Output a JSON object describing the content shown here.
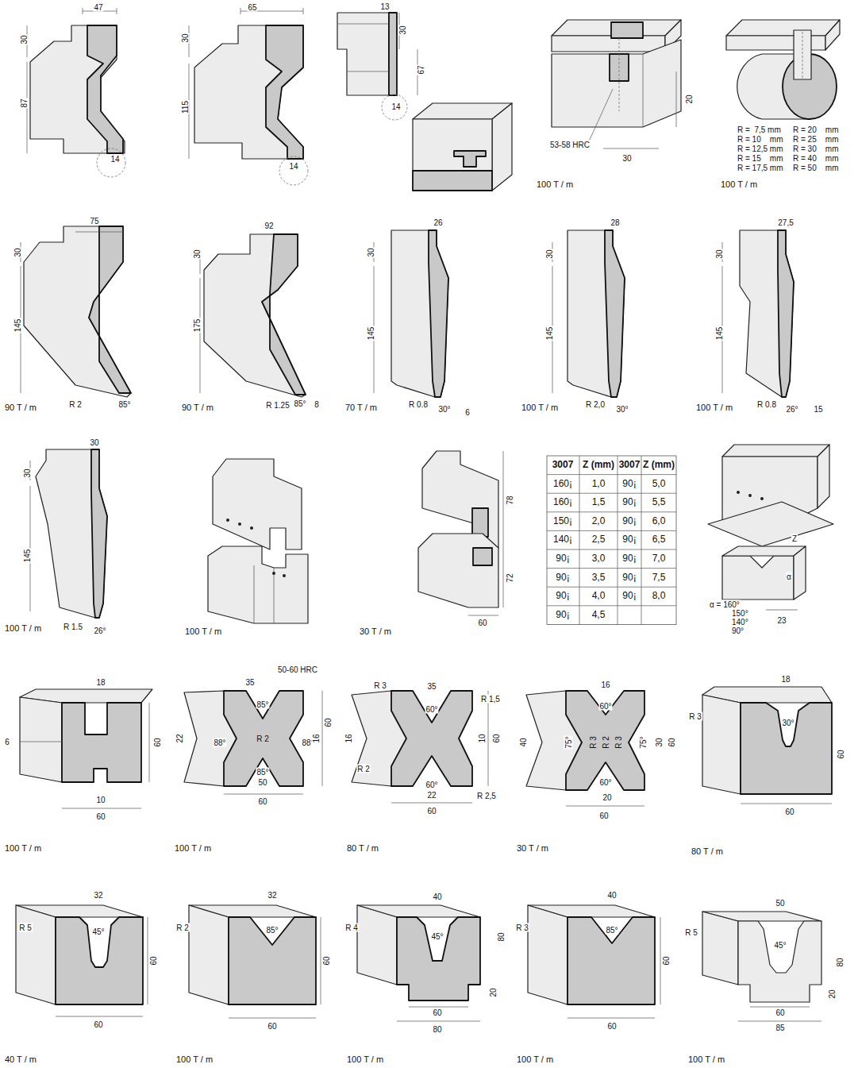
{
  "diagram": {
    "labels": [
      "47",
      "30",
      "87",
      "14",
      "65",
      "30",
      "115",
      "14",
      "13",
      "30",
      "67",
      "14",
      "53-58 HRC",
      "20",
      "30",
      "100 T / m",
      "R =  7,5 mm",
      "R = 20    mm",
      "R = 10    mm",
      "R = 25    mm",
      "R = 12,5 mm",
      "R = 30    mm",
      "R = 15    mm",
      "R = 40    mm",
      "R = 17,5 mm",
      "R = 50    mm",
      "100 T / m",
      "75",
      "30",
      "145",
      "R 2",
      "85°",
      "90 T / m",
      "92",
      "30",
      "175",
      "R 1.25",
      "85°",
      "8",
      "90 T / m",
      "26",
      "30",
      "145",
      "R 0.8",
      "30°",
      "6",
      "70 T / m",
      "28",
      "30",
      "145",
      "R 2,0",
      "30°",
      "100 T / m",
      "27,5",
      "30",
      "145",
      "R 0.8",
      "26°",
      "15",
      "100 T / m",
      "30",
      "30",
      "145",
      "R 1.5",
      "26°",
      "100 T / m",
      "100 T / m",
      "78",
      "72",
      "60",
      "30 T / m",
      "3007",
      "Z (mm)",
      "3007",
      "Z (mm)",
      "160¡",
      "1,0",
      "90¡",
      "5,0",
      "160¡",
      "1,5",
      "90¡",
      "5,5",
      "150¡",
      "2,0",
      "90¡",
      "6,0",
      "140¡",
      "2,5",
      "90¡",
      "6,5",
      "90¡",
      "3,0",
      "90¡",
      "7,0",
      "90¡",
      "3,5",
      "90¡",
      "7,5",
      "90¡",
      "4,0",
      "90¡",
      "8,0",
      "90¡",
      "4,5",
      "Z",
      "α",
      "α = 160°",
      "150°",
      "140°",
      "90°",
      "23",
      "18",
      "6",
      "60",
      "10",
      "60",
      "100 T / m",
      "35",
      "50-60 HRC",
      "85°",
      "88°",
      "R 2",
      "88°",
      "22",
      "16",
      "60",
      "85°",
      "50",
      "60",
      "100 T / m",
      "R 3",
      "35",
      "60°",
      "R 1,5",
      "16",
      "10",
      "60",
      "R 2",
      "60°",
      "22",
      "R 2,5",
      "60",
      "80 T / m",
      "16",
      "60°",
      "40",
      "75°",
      "R 3",
      "R 2",
      "R 3",
      "75°",
      "30",
      "60",
      "60°",
      "20",
      "60",
      "30 T / m",
      "18",
      "R 3",
      "30°",
      "60",
      "60",
      "80 T / m",
      "32",
      "R 5",
      "45°",
      "60",
      "60",
      "40 T / m",
      "32",
      "R 2",
      "85°",
      "60",
      "60",
      "100 T / m",
      "40",
      "R 4",
      "45°",
      "80",
      "20",
      "60",
      "80",
      "100 T / m",
      "40",
      "R 3",
      "85°",
      "60",
      "60",
      "100 T / m",
      "50",
      "R 5",
      "45°",
      "80",
      "20",
      "60",
      "85",
      "100 T / m"
    ]
  }
}
